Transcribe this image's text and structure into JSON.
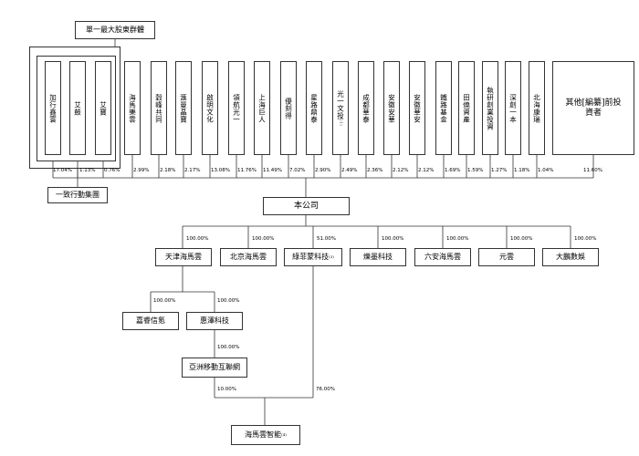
{
  "top_group_label": "單一最大股東群體",
  "concert_group_label": "一致行動集團",
  "shareholders": [
    {
      "name": "加行鑫寰",
      "pct": "17.04%"
    },
    {
      "name": "艾鼓",
      "pct": "1.13%"
    },
    {
      "name": "艾寶",
      "pct": "0.76%"
    },
    {
      "name": "海馬樂雲",
      "pct": "2.99%"
    },
    {
      "name": "穀峰共同",
      "pct": "2.18%"
    },
    {
      "name": "滙曼晶寶",
      "pct": "2.17%"
    },
    {
      "name": "啟明文化",
      "pct": "13.08%"
    },
    {
      "name": "領航光一",
      "pct": "11.76%"
    },
    {
      "name": "上海巨人",
      "pct": "11.49%"
    },
    {
      "name": "優刻得",
      "pct": "7.02%"
    },
    {
      "name": "星路鼎泰",
      "pct": "2.90%"
    },
    {
      "name": "光一文投",
      "pct": "2.49%",
      "note": "(1)"
    },
    {
      "name": "成都華泰",
      "pct": "2.36%"
    },
    {
      "name": "安徽安華",
      "pct": "2.12%"
    },
    {
      "name": "安徽華安",
      "pct": "2.12%"
    },
    {
      "name": "鐵路基金",
      "pct": "1.69%"
    },
    {
      "name": "田僥資產",
      "pct": "1.59%"
    },
    {
      "name": "執研創業投資",
      "pct": "1.27%"
    },
    {
      "name": "深創一本",
      "pct": "1.18%"
    },
    {
      "name": "北海康瑞",
      "pct": "1.04%"
    },
    {
      "name": "其他[編纂]前投資者",
      "pct": "11.60%"
    }
  ],
  "company_label": "本公司",
  "subsidiaries": [
    {
      "name": "天津海馬雲",
      "pct": "100.00%"
    },
    {
      "name": "北京海馬雲",
      "pct": "100.00%"
    },
    {
      "name": "綠菲蒙科技",
      "pct": "51.00%",
      "note": "(3)"
    },
    {
      "name": "爍墨科技",
      "pct": "100.00%"
    },
    {
      "name": "六安海馬雲",
      "pct": "100.00%"
    },
    {
      "name": "元雲",
      "pct": "100.00%"
    },
    {
      "name": "大鵬數娛",
      "pct": "100.00%"
    }
  ],
  "level3": [
    {
      "name": "嘉睿信氪",
      "pct": "100.00%"
    },
    {
      "name": "惠澤科技",
      "pct": "100.00%"
    }
  ],
  "level4": {
    "name": "亞洲移動互聯網",
    "pct": "100.00%"
  },
  "bottom": {
    "name": "海馬雲智能",
    "note": "(4)",
    "pct_from_asia": "10.00%",
    "pct_from_lvfei": "76.00%"
  }
}
